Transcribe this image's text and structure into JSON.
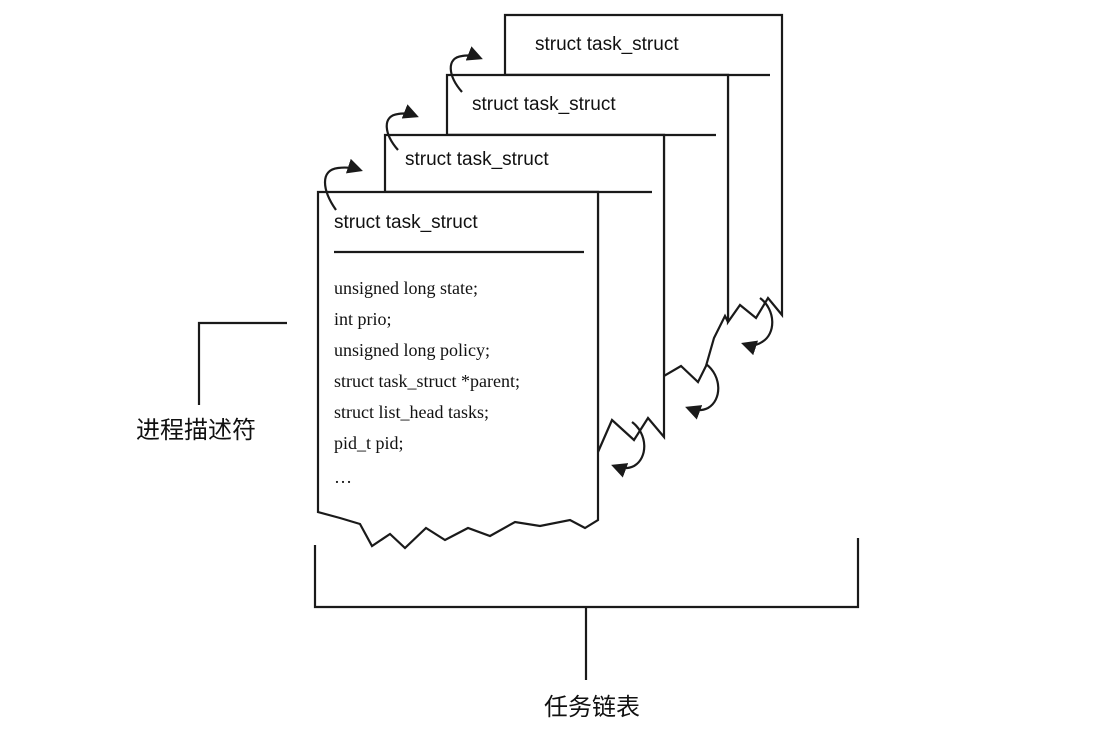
{
  "cards": [
    {
      "header": "struct task_struct"
    },
    {
      "header": "struct task_struct"
    },
    {
      "header": "struct task_struct"
    },
    {
      "header": "struct task_struct"
    }
  ],
  "fields": [
    "unsigned long state;",
    "int prio;",
    "unsigned long policy;",
    "struct task_struct *parent;",
    "struct list_head tasks;",
    "pid_t pid;",
    "…"
  ],
  "labels": {
    "descriptor": "进程描述符",
    "task_list": "任务链表"
  }
}
